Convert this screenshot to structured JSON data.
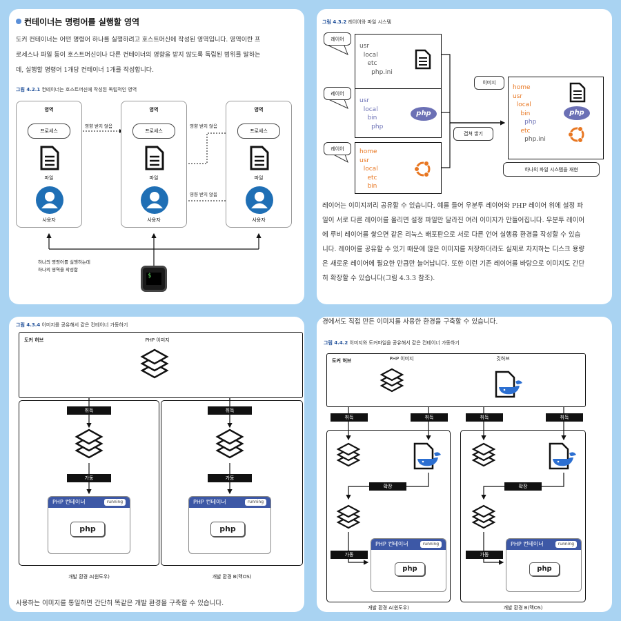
{
  "card1": {
    "heading": "컨테이너는 명령어를 실행할 영역",
    "paragraph": [
      "도커 컨테이너는 어떤 명령어 하나를 실행하려고 호스트머신에 작성된 영역입니다. 영역이란 프",
      "로세스나 파일 등이 호스트머신이나 다른 컨테이너의 영향을 받지 않도록 독립된 범위를 말하는",
      "데, 실행할 명령어 1개당 컨테이너 1개를 작성합니다."
    ],
    "figure_num": "그림 4.2.1",
    "figure_title": "컨테이너는 호스트머신에 작성된 독립적인 영역",
    "area_label": "영역",
    "process_label": "프로세스",
    "file_label": "파일",
    "user_label": "사용자",
    "no_effect_label": "영향 받지 않음",
    "bottom_note": [
      "하나의 명령어를 실행하는데",
      "하나의 영역을 작성함"
    ],
    "terminal_prompt": "$"
  },
  "card2": {
    "figure_num": "그림 4.3.2",
    "figure_title": "레이어와 파일 시스템",
    "layer_label": "레이어",
    "image_label": "이미지",
    "layer1": [
      "usr",
      "  local",
      "    etc",
      "      php.ini"
    ],
    "layer2": [
      "usr",
      "  local",
      "    bin",
      "      php"
    ],
    "layer3": [
      "home",
      "usr",
      "  local",
      "    etc",
      "    bin"
    ],
    "merged": [
      "home",
      "usr",
      "  local",
      "    bin",
      "      php",
      "    etc",
      "      php.ini"
    ],
    "overlay_label": "겹쳐 쌓기",
    "fs_label": "하나의 파일 시스템을 재현",
    "php_logo": "php",
    "paragraph": [
      "레이어는 이미지끼리 공유할 수 있습니다. 예를 들어 우분투 레이어와 PHP 레이어 위에 설정 파",
      "일이 서로 다른 레이어를 올리면 설정 파일만 달라진 여러 이미지가 만들어집니다. 우분투 레이어",
      "에 루비 레이어를 쌓으면 같은 리눅스 배포판으로 서로 다른 언어 실행용 환경을 작성할 수 있습",
      "니다. 레이어를 공유할 수 있기 때문에 많은 이미지를 저장하더라도 실제로 차지하는 디스크 용량",
      "은 새로운 레이어에 필요한 만큼만 늘어납니다. 또한 이런 기존 레이어를 바탕으로 이미지도 간단",
      "히 확장할 수 있습니다(그림 4.3.3 참조)."
    ]
  },
  "card3": {
    "figure_num": "그림 4.3.4",
    "figure_title": "이미지를 공유해서 같은 컨테이너 가동하기",
    "hub_label": "도커 허브",
    "php_image_label": "PHP 이미지",
    "get_label": "취득",
    "run_label": "가동",
    "container_label": "PHP 컨테이너",
    "running_label": "running",
    "php_label": "php",
    "env_a": "개발 환경 A(윈도우)",
    "env_b": "개발 환경 B(맥OS)",
    "paragraph": "사용하는 이미지를 통일하면 간단히 똑같은 개발 환경을 구축할 수 있습니다."
  },
  "card4": {
    "top_text": "경에서도 직접 만든 이미지를 사용한 환경을 구축할 수 있습니다.",
    "figure_num": "그림 4.4.2",
    "figure_title": "이미지와 도커파일을 공유해서 같은 컨테이너 가동하기",
    "hub_label": "도커 허브",
    "php_image_label": "PHP 이미지",
    "github_label": "깃허브",
    "get_label": "취득",
    "extend_label": "확장",
    "run_label": "가동",
    "container_label": "PHP 컨테이너",
    "running_label": "running",
    "php_label": "php",
    "env_a": "개발 환경 A(윈도우)",
    "env_b": "개발 환경 B(맥OS)"
  },
  "colors": {
    "background": "#a9d3f2",
    "accent_blue": "#1f4f99",
    "container_header": "#3d58a6",
    "orange": "#e87722",
    "php_purple": "#6b70b5"
  },
  "icons": [
    "document-icon",
    "user-icon",
    "terminal-icon",
    "php-logo-icon",
    "ubuntu-logo-icon",
    "layers-icon",
    "docker-whale-icon"
  ]
}
